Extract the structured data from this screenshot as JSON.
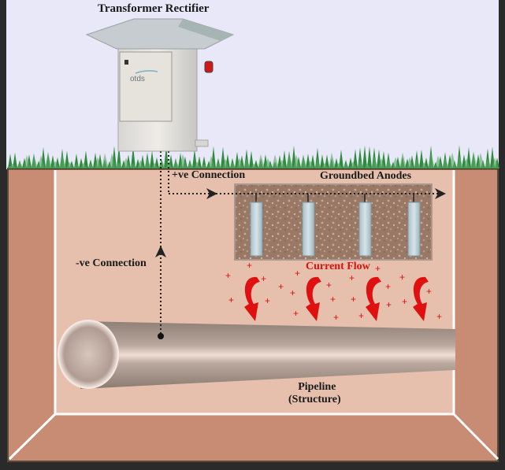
{
  "title": "Transformer Rectifier",
  "labels": {
    "positive_connection": "+ve Connection",
    "groundbed_anodes": "Groundbed Anodes",
    "negative_connection": "-ve Connection",
    "current_flow": "Current Flow",
    "pipeline_line1": "Pipeline",
    "pipeline_line2": "(Structure)"
  },
  "equipment": {
    "brand_logo": "otds"
  },
  "anode_count": 4,
  "colors": {
    "sky": "#e8e8f8",
    "grass": "#2e8b3e",
    "soil_outer": "#c88b73",
    "soil_inner": "#e6c0ad",
    "groundbed": "#9c7c68",
    "anode": "#b8ccd4",
    "current_arrow": "#e01010",
    "pipe": "#a8958a",
    "frame_line": "#ffffff",
    "text": "#1a1a1a"
  }
}
